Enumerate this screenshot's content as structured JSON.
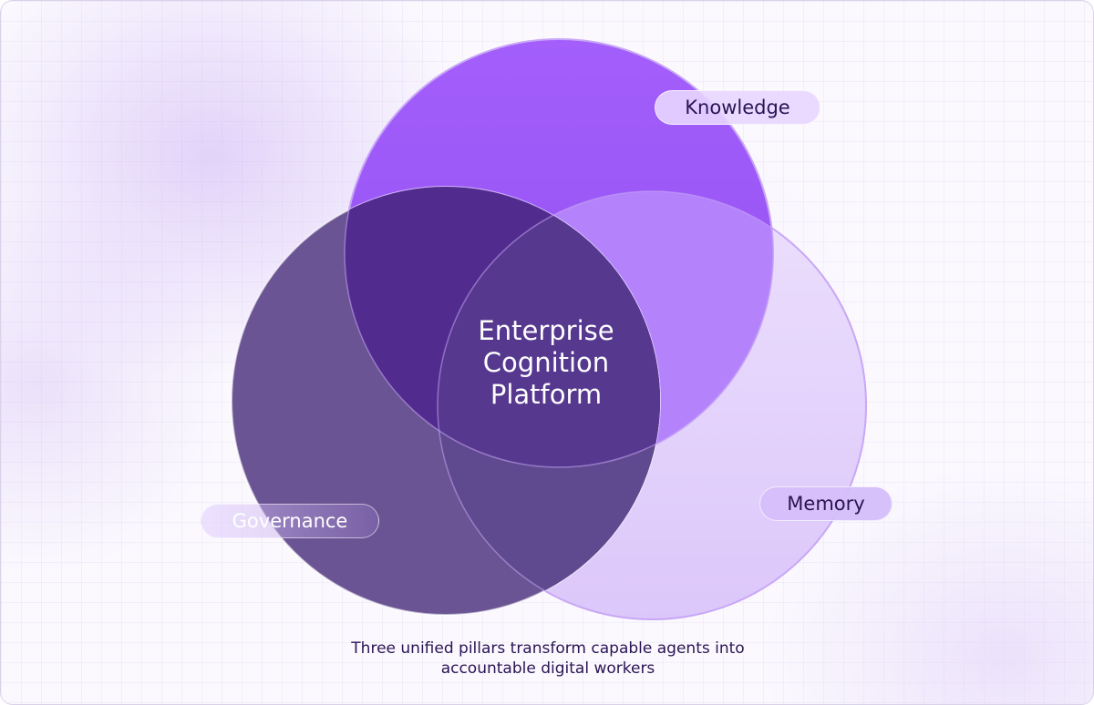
{
  "diagram": {
    "center_title_lines": [
      "Enterprise",
      "Cognition",
      "Platform"
    ],
    "pillars": {
      "knowledge": "Knowledge",
      "memory": "Memory",
      "governance": "Governance"
    },
    "caption_lines": [
      "Three unified pillars transform capable agents into",
      "accountable digital workers"
    ]
  },
  "colors": {
    "knowledge_circle": "#9b5bf7",
    "memory_circle": "#e3d2fb",
    "governance_circle": "#5c4487",
    "center_overlap": "#53348f",
    "text_dark": "#2a1454"
  }
}
